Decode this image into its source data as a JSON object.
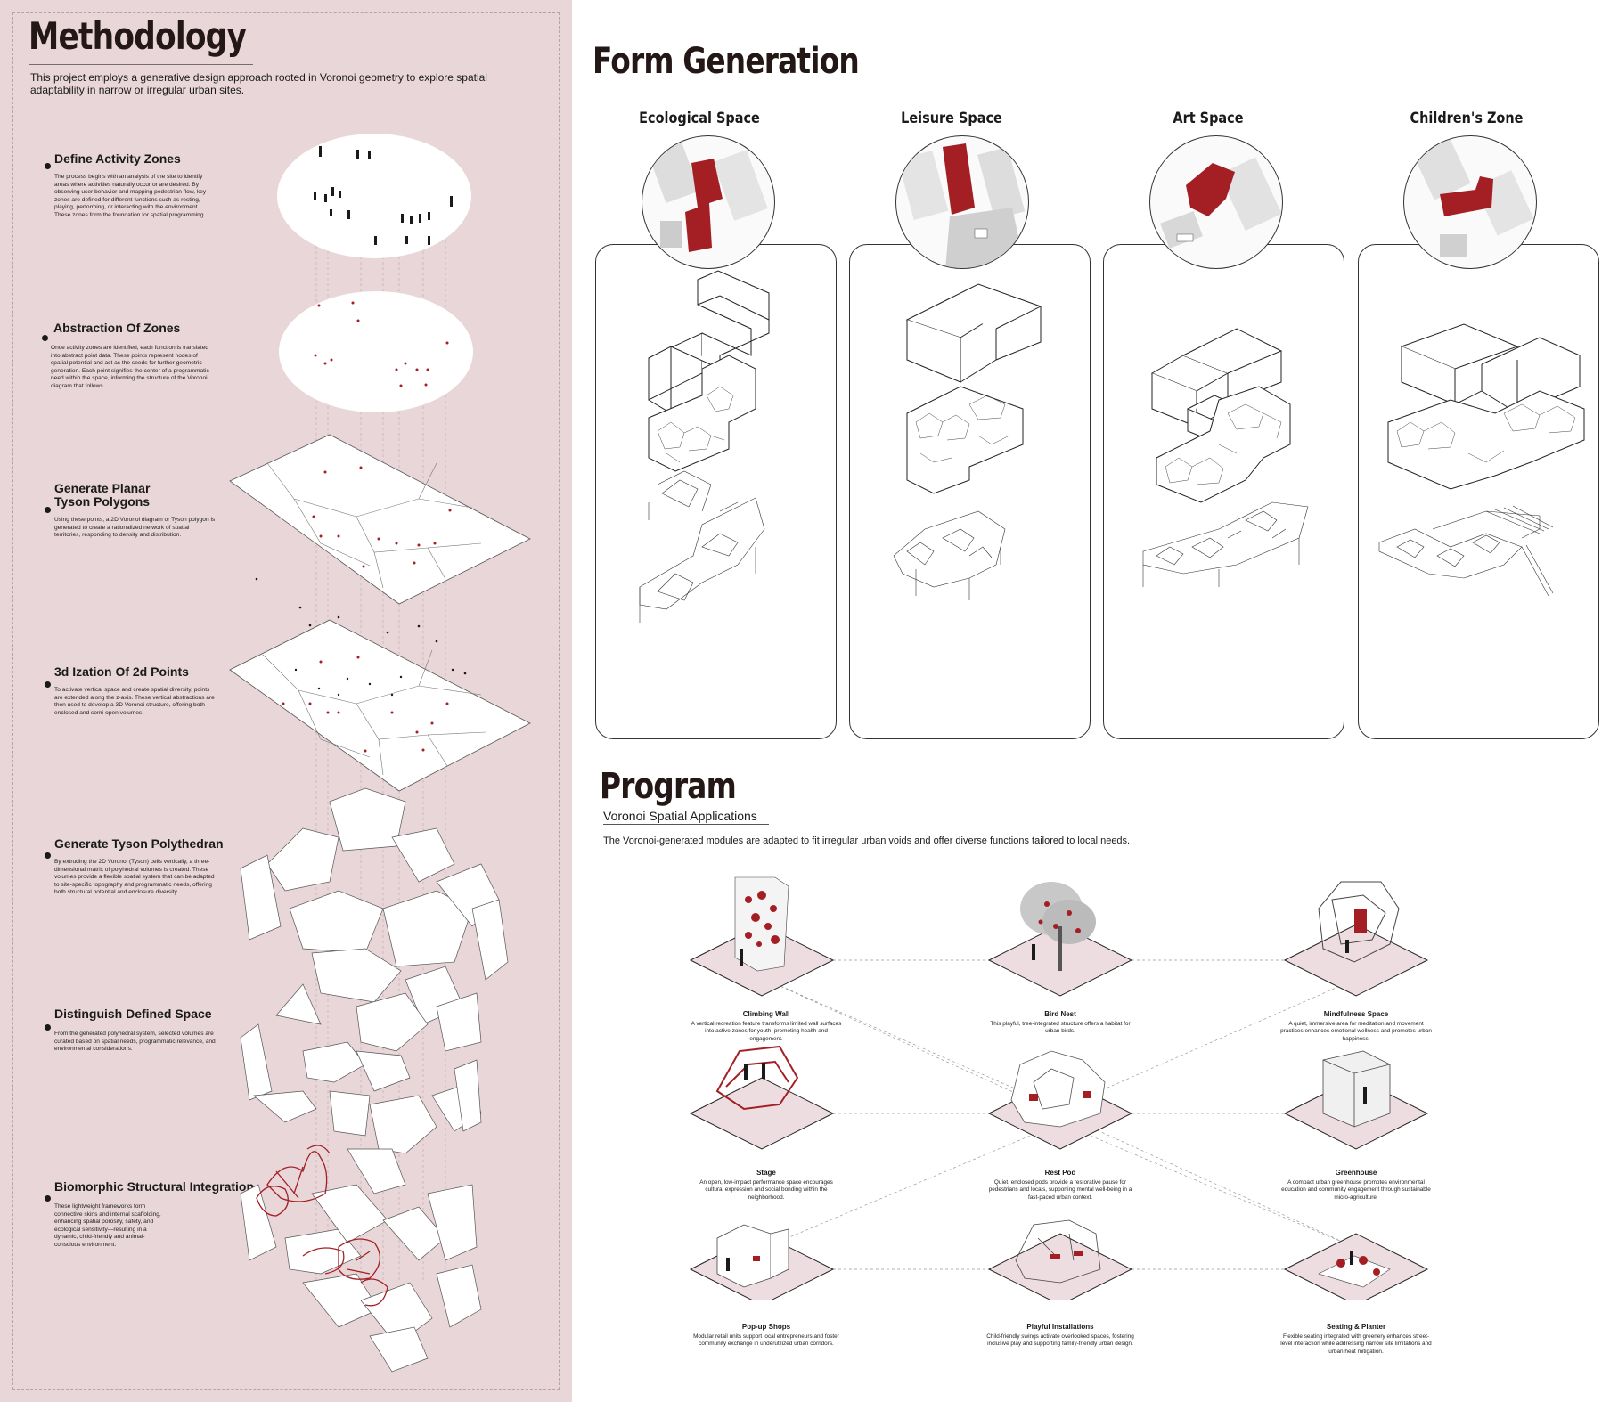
{
  "methodology": {
    "title": "Methodology",
    "intro": "This project employs a generative design approach rooted in Voronoi geometry to explore spatial adaptability in narrow or irregular urban sites.",
    "steps": [
      {
        "title": "Define Activity Zones",
        "desc": "The process begins with an analysis of the site to identify areas where activities naturally occur or are desired. By observing user behavior and mapping pedestrian flow, key zones are defined for different functions such as resting, playing, performing, or interacting with the environment. These zones form the foundation for spatial programming."
      },
      {
        "title": "Abstraction Of Zones",
        "desc": "Once activity zones are identified, each function is translated into abstract point data. These points represent nodes of spatial potential and act as the seeds for further geometric generation. Each point signifies the center of a programmatic need within the space, informing the structure of the Voronoi diagram that follows."
      },
      {
        "title": "Generate Planar Tyson Polygons",
        "desc": "Using these points, a 2D Voronoi diagram or Tyson polygon is generated to create a rationalized network of spatial territories, responding to density and distribution."
      },
      {
        "title": "3d Ization Of 2d Points",
        "desc": "To activate vertical space and create spatial diversity, points are extended along the z-axis. These vertical abstractions are then used to develop a 3D Voronoi structure, offering both enclosed and semi-open volumes."
      },
      {
        "title": "Generate Tyson Polythedran",
        "desc": "By extruding the 2D Voronoi (Tyson) cells vertically, a three-dimensional matrix of polyhedral volumes is created. These volumes provide a flexible spatial system that can be adapted to site-specific topography and programmatic needs, offering both structural potential and enclosure diversity."
      },
      {
        "title": "Distinguish Defined Space",
        "desc": "From the generated polyhedral system, selected volumes are curated based on spatial needs, programmatic relevance, and environmental considerations."
      },
      {
        "title": "Biomorphic Structural Integration",
        "desc": "These lightweight frameworks form connective skins and internal scaffolding, enhancing spatial porosity, safety, and ecological sensitivity—resulting in a dynamic, child-friendly and animal-conscious environment."
      }
    ]
  },
  "form_generation": {
    "title": "Form Generation",
    "zones": [
      "Ecological Space",
      "Leisure Space",
      "Art Space",
      "Children's Zone"
    ]
  },
  "program": {
    "title": "Program",
    "subtitle": "Voronoi Spatial Applications",
    "intro": "The Voronoi-generated modules are adapted to fit irregular urban voids and offer diverse functions tailored to local needs.",
    "items": [
      {
        "name": "Climbing Wall",
        "desc": "A vertical recreation feature transforms limited wall surfaces into active zones for youth, promoting health and engagement."
      },
      {
        "name": "Bird Nest",
        "desc": "This playful, tree-integrated structure offers a habitat for urban birds."
      },
      {
        "name": "Mindfulness Space",
        "desc": "A quiet, immersive area for meditation and movement practices enhances emotional wellness and promotes urban happiness."
      },
      {
        "name": "Stage",
        "desc": "An open, low-impact performance space encourages cultural expression and social bonding within the neighborhood."
      },
      {
        "name": "Rest Pod",
        "desc": "Quiet, enclosed pods provide a restorative pause for pedestrians and locals, supporting mental well-being in a fast-paced urban context."
      },
      {
        "name": "Greenhouse",
        "desc": "A compact urban greenhouse promotes environmental education and community engagement through sustainable micro-agriculture."
      },
      {
        "name": "Pop-up Shops",
        "desc": "Modular retail units support local entrepreneurs and foster community exchange in underutilized urban corridors."
      },
      {
        "name": "Playful Installations",
        "desc": "Child-friendly swings activate overlooked spaces, fostering inclusive play and supporting family-friendly urban design."
      },
      {
        "name": "Seating & Planter",
        "desc": "Flexible seating integrated with greenery enhances street-level interaction while addressing narrow site limitations and urban heat mitigation."
      }
    ]
  },
  "colors": {
    "accent": "#a31f24",
    "panel": "#e8d6d8",
    "ink": "#231815"
  }
}
